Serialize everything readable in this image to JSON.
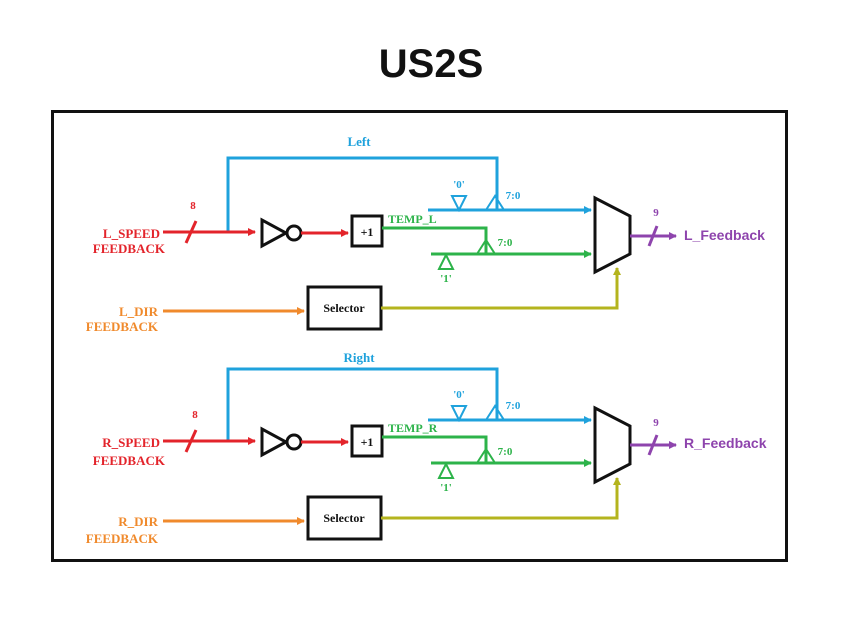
{
  "title": "US2S",
  "colors": {
    "red": "#e3242b",
    "blue": "#1fa2dc",
    "green": "#2db34a",
    "orange": "#f08a2c",
    "olive": "#b4b41e",
    "purple": "#8e44ad",
    "black": "#111111"
  },
  "left": {
    "bus_label": "Left",
    "width": "8",
    "input_label_1": "L_SPEED",
    "input_label_2": "FEEDBACK",
    "dir_label_1": "L_DIR",
    "dir_label_2": "FEEDBACK",
    "adder": "+1",
    "temp": "TEMP_L",
    "const0": "'0'",
    "const1": "'1'",
    "slice_top": "7:0",
    "slice_bottom": "7:0",
    "selector": "Selector",
    "out_width": "9",
    "output": "L_Feedback"
  },
  "right": {
    "bus_label": "Right",
    "width": "8",
    "input_label_1": "R_SPEED",
    "input_label_2": "FEEDBACK",
    "dir_label_1": "R_DIR",
    "dir_label_2": "FEEDBACK",
    "adder": "+1",
    "temp": "TEMP_R",
    "const0": "'0'",
    "const1": "'1'",
    "slice_top": "7:0",
    "slice_bottom": "7:0",
    "selector": "Selector",
    "out_width": "9",
    "output": "R_Feedback"
  }
}
